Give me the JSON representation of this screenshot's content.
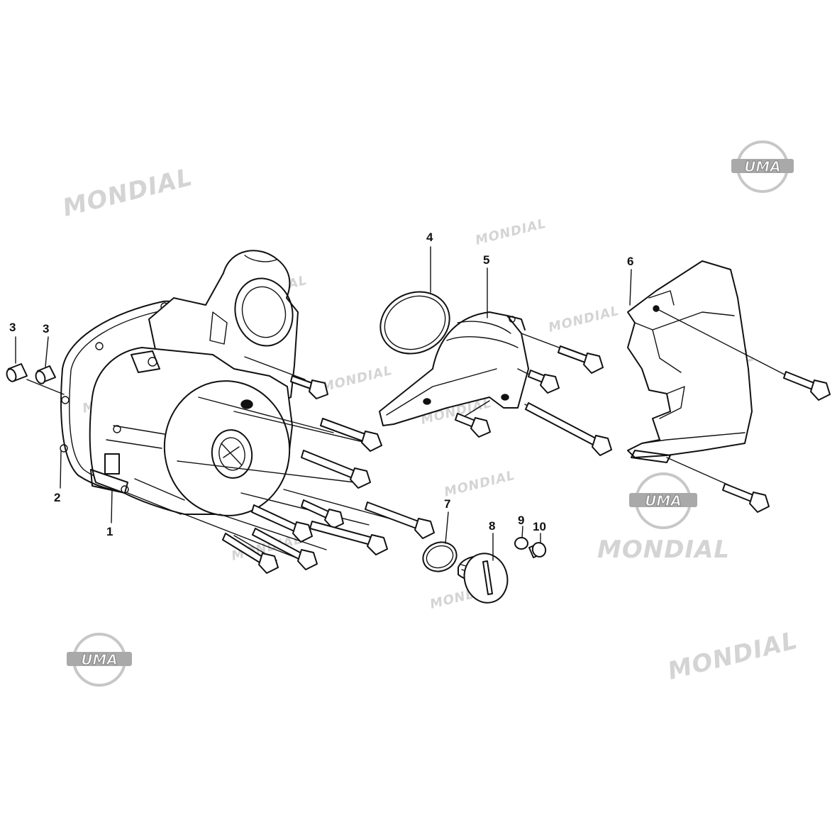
{
  "watermarks": {
    "brand": "MONDIAL",
    "logo_text": "UMA"
  },
  "callouts": [
    {
      "number": "1",
      "part": "left crankcase cover"
    },
    {
      "number": "2",
      "part": "cover gasket"
    },
    {
      "number": "3",
      "part": "dowel pin"
    },
    {
      "number": "3",
      "part": "dowel pin"
    },
    {
      "number": "4",
      "part": "o-ring"
    },
    {
      "number": "5",
      "part": "sprocket cover bracket"
    },
    {
      "number": "6",
      "part": "front sprocket cover"
    },
    {
      "number": "7",
      "part": "o-ring"
    },
    {
      "number": "8",
      "part": "inspection plug"
    },
    {
      "number": "9",
      "part": "o-ring"
    },
    {
      "number": "10",
      "part": "timing plug"
    }
  ],
  "colors": {
    "line": "#111111",
    "watermark": "#d4d4d4",
    "logo": "#a9a9a9",
    "background": "#ffffff"
  }
}
